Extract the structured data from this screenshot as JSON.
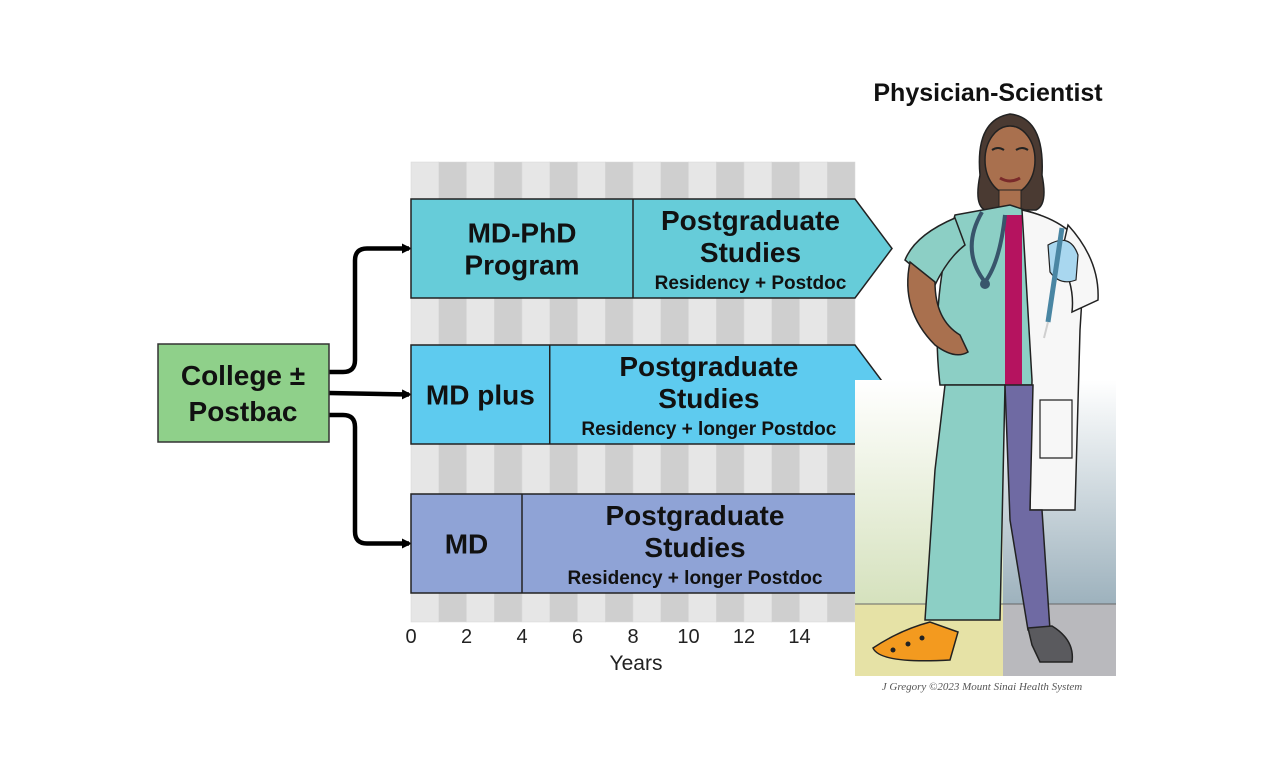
{
  "diagram": {
    "title": "Physician-Scientist",
    "source_box": {
      "lines": [
        "College ±",
        "Postbac"
      ],
      "color": "#8fd08a"
    },
    "x_axis": {
      "ticks": [
        0,
        2,
        4,
        6,
        8,
        10,
        12,
        14
      ],
      "label": "Years",
      "max_years": 16
    },
    "tracks": [
      {
        "program_lines": [
          "MD-PhD",
          "Program"
        ],
        "program_years": [
          0,
          8
        ],
        "postgrad_lines": [
          "Postgraduate",
          "Studies"
        ],
        "postgrad_sub": "Residency + Postdoc",
        "color": "#66ccd9"
      },
      {
        "program_lines": [
          "MD plus"
        ],
        "program_years": [
          0,
          5
        ],
        "postgrad_lines": [
          "Postgraduate",
          "Studies"
        ],
        "postgrad_sub": "Residency + longer Postdoc",
        "color": "#5ecbef"
      },
      {
        "program_lines": [
          "MD"
        ],
        "program_years": [
          0,
          4
        ],
        "postgrad_lines": [
          "Postgraduate",
          "Studies"
        ],
        "postgrad_sub": "Residency + longer Postdoc",
        "color": "#8fa3d6"
      }
    ],
    "credit": "J Gregory ©2023 Mount Sinai Health System",
    "colors": {
      "grid_light": "#e6e6e6",
      "grid_dark": "#cfcfcf",
      "arrow": "#000000",
      "scrubs": "#8ccfc5",
      "coat": "#f7f7f7",
      "skin": "#a9704e",
      "hair": "#4a3a32"
    }
  }
}
